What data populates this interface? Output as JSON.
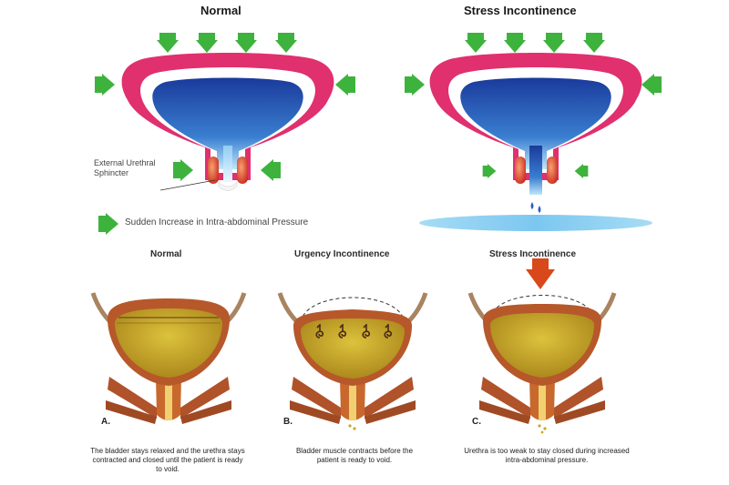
{
  "top": {
    "normal_title": "Normal",
    "stress_title": "Stress Incontinence",
    "sphincter_label": "External Urethral Sphincter",
    "legend_text": "Sudden Increase in Intra-abdominal Pressure"
  },
  "bottom": {
    "panels": [
      {
        "title": "Normal",
        "letter": "A.",
        "caption": "The bladder stays relaxed and the urethra stays contracted and closed until the patient is ready to void."
      },
      {
        "title": "Urgency Incontinence",
        "letter": "B.",
        "caption": "Bladder muscle contracts before the patient is ready to void."
      },
      {
        "title": "Stress Incontinence",
        "letter": "C.",
        "caption": "Urethra is too weak to stay closed during increased intra-abdominal pressure."
      }
    ]
  },
  "colors": {
    "arrow_green": "#3db33d",
    "bladder_wall_pink": "#e0306e",
    "urine_blue": "#1a3aa0",
    "sphincter_red": "#d63a2a",
    "muscle_brown": "#b0522a",
    "urine_yellow": "#c8a828",
    "pressure_arrow": "#d9481a",
    "puddle_blue": "#8fd0f0"
  }
}
